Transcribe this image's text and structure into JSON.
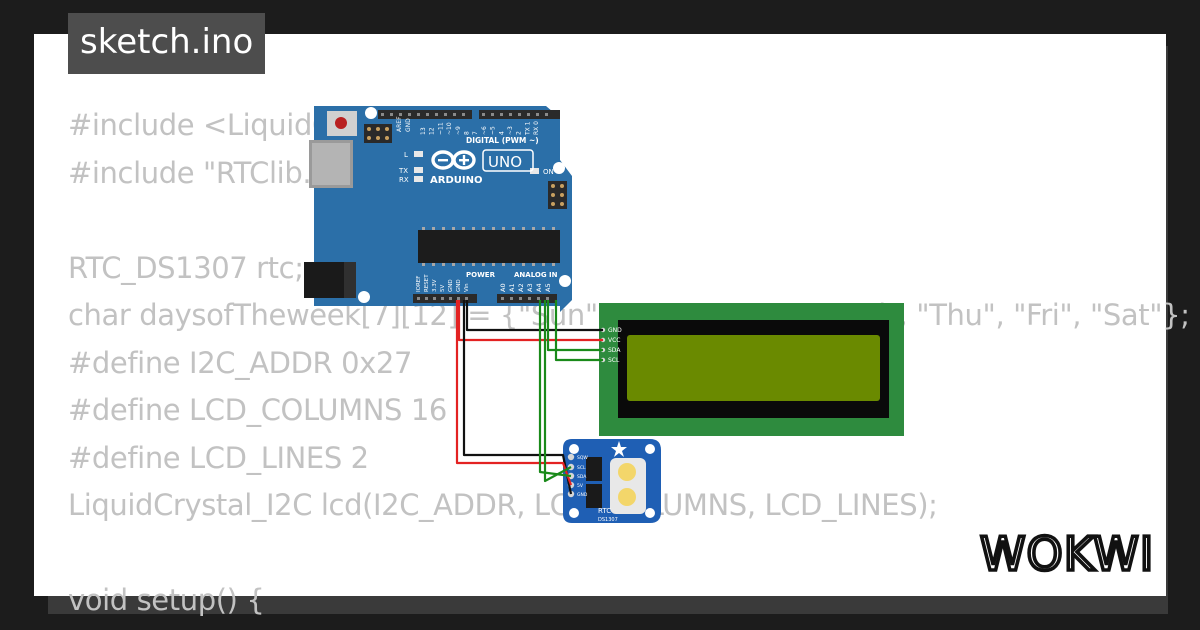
{
  "tab": {
    "title": "sketch.ino"
  },
  "code_lines": [
    "#include <LiquidCrystal_I2C.h>",
    "#include \"RTClib.h\"",
    "",
    "RTC_DS1307 rtc;",
    "char daysofTheweek[7][12] = {\"Sun\", \"Mon\", \"Tue\", \"Wed\", \"Thu\", \"Fri\", \"Sat\"};",
    "#define I2C_ADDR 0x27",
    "#define LCD_COLUMNS 16",
    "#define LCD_LINES 2",
    "LiquidCrystal_I2C lcd(I2C_ADDR, LCD_COLUMNS, LCD_LINES);",
    "",
    "void setup() {"
  ],
  "arduino": {
    "brand": "ARDUINO",
    "model": "UNO",
    "digital_label": "DIGITAL (PWM ~)",
    "analog_label": "ANALOG IN",
    "power_label": "POWER",
    "on_label": "ON",
    "l_label": "L",
    "tx_label": "TX",
    "rx_label": "RX",
    "aref_label": "AREF",
    "gnd_label": "GND",
    "power_pins": [
      "IOREF",
      "RESET",
      "3.3V",
      "5V",
      "GND",
      "GND",
      "Vin"
    ],
    "analog_pins": [
      "A0",
      "A1",
      "A2",
      "A3",
      "A4",
      "A5"
    ],
    "digital_pins": [
      "13",
      "12",
      "~11",
      "~10",
      "~9",
      "8",
      "7",
      "~6",
      "~5",
      "4",
      "~3",
      "2",
      "TX 1",
      "RX 0"
    ]
  },
  "lcd": {
    "pins": [
      "GND",
      "VCC",
      "SDA",
      "SCL"
    ]
  },
  "rtc": {
    "label": "RTC",
    "chip": "DS1307",
    "pins": [
      "SQW",
      "SCL",
      "SDA",
      "5V",
      "GND"
    ]
  },
  "logo": {
    "text": "WOKWI"
  },
  "colors": {
    "board": "#2b6fa8",
    "lcd_pcb": "#2e8b3e",
    "lcd_screen": "#6a8a00",
    "rtc_pcb": "#1f5fb4",
    "wire_red": "#e32222",
    "wire_black": "#111111",
    "wire_green": "#1a8a1a"
  }
}
